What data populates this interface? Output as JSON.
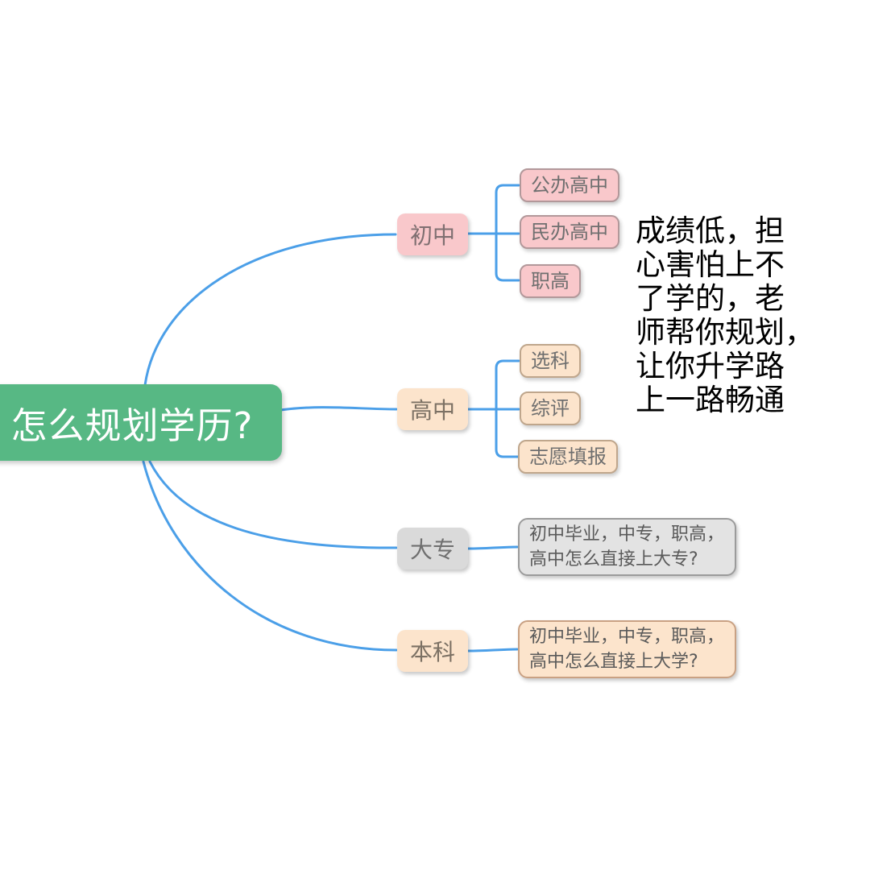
{
  "root": {
    "label": "怎么规划学历?"
  },
  "branches": [
    {
      "label": "初中",
      "children": [
        "公办高中",
        "民办高中",
        "职高"
      ]
    },
    {
      "label": "高中",
      "children": [
        "选科",
        "综评",
        "志愿填报"
      ]
    },
    {
      "label": "大专",
      "note": "初中毕业，中专，职高，\n高中怎么直接上大专?"
    },
    {
      "label": "本科",
      "note": "初中毕业，中专，职高，\n高中怎么直接上大学?"
    }
  ],
  "annotation": {
    "text": "成绩低，担\n心害怕上不\n了学的，老\n师帮你规划，\n让你升学路\n上一路畅通"
  },
  "colors": {
    "connector_blue": "#4b9fe8",
    "root_green": "#57b884",
    "branch_pink": "#f9c8cb",
    "branch_peach": "#fce4cc",
    "branch_gray": "#dadada"
  }
}
